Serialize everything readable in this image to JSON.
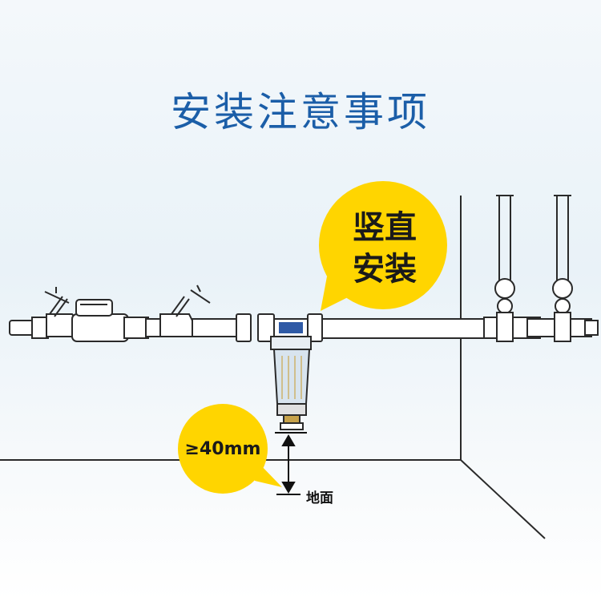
{
  "title": "安装注意事项",
  "callouts": {
    "vertical_install_line1": "竖直",
    "vertical_install_line2": "安装",
    "clearance": "≥40mm",
    "ground": "地面"
  },
  "colors": {
    "title": "#1b5ea8",
    "bubble_fill": "#ffd500",
    "line": "#2a2a2a"
  }
}
